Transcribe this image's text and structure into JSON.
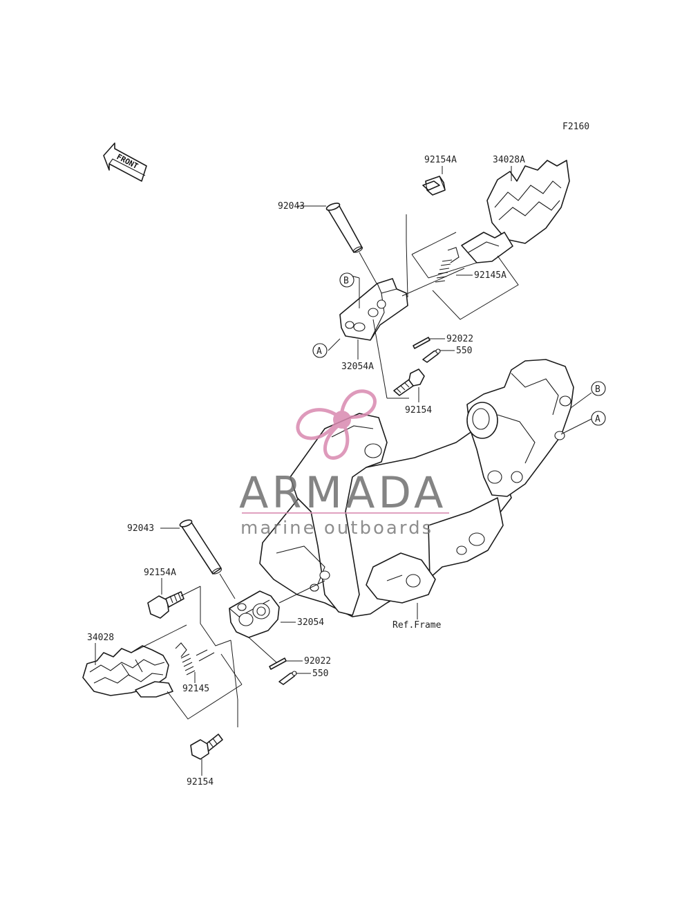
{
  "figure_code": "F2160",
  "front_label": "FRONT",
  "labels": {
    "top_92043": "92043",
    "top_92154A": "92154A",
    "top_34028A": "34028A",
    "top_92145A": "92145A",
    "top_32054A": "32054A",
    "top_92022": "92022",
    "top_550": "550",
    "top_92154": "92154",
    "ref_frame": "Ref.Frame",
    "bot_92043": "92043",
    "bot_92154A": "92154A",
    "bot_32054": "32054",
    "bot_34028": "34028",
    "bot_92145": "92145",
    "bot_92022": "92022",
    "bot_550": "550",
    "bot_92154": "92154"
  },
  "callouts": {
    "a_left": "A",
    "b_left": "B",
    "b_right": "B",
    "a_right": "A"
  },
  "watermark": {
    "brand": "ARMADA",
    "tagline": "marine outboards",
    "brand_color": "#d989b0",
    "text_color": "#6f6f6f"
  }
}
